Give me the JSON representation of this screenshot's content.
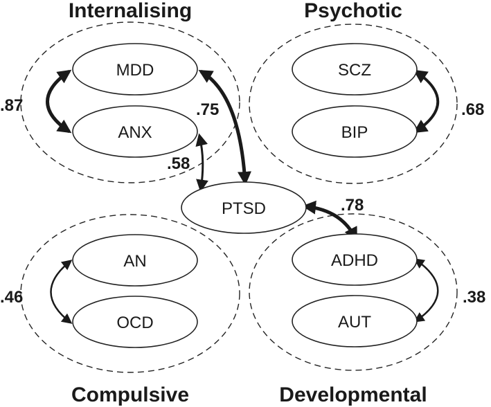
{
  "groups": {
    "internalising": "Internalising",
    "psychotic": "Psychotic",
    "compulsive": "Compulsive",
    "developmental": "Developmental"
  },
  "nodes": {
    "mdd": "MDD",
    "anx": "ANX",
    "scz": "SCZ",
    "bip": "BIP",
    "ptsd": "PTSD",
    "an": "AN",
    "ocd": "OCD",
    "adhd": "ADHD",
    "aut": "AUT"
  },
  "correlations": {
    "mdd_anx": ".87",
    "mdd_ptsd": ".75",
    "scz_bip": ".68",
    "anx_ptsd": ".58",
    "ptsd_adhd": ".78",
    "an_ocd": ".46",
    "adhd_aut": ".38"
  },
  "colors": {
    "ink": "#1a1a1a",
    "background": "#ffffff"
  }
}
